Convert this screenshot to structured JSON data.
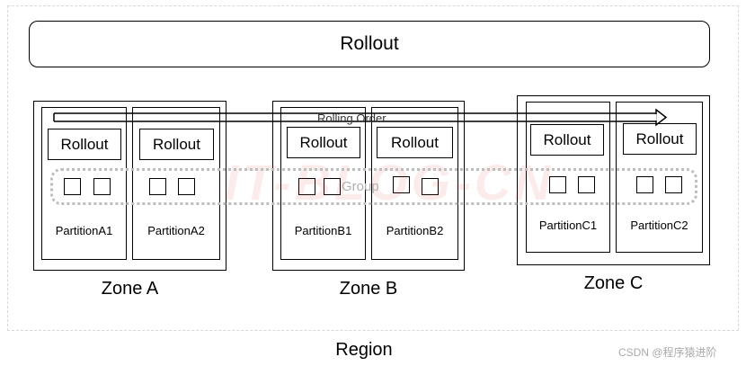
{
  "rollout_title": "Rollout",
  "rolling_order_label": "Rolling  Order",
  "group_label": "Group",
  "region_label": "Region",
  "watermark_text": "IT-BLOG-CN",
  "credit_text": "CSDN @程序猿进阶",
  "zones": [
    {
      "label": "Zone A",
      "partitions": [
        {
          "label": "PartitionA1",
          "rollout": "Rollout"
        },
        {
          "label": "PartitionA2",
          "rollout": "Rollout"
        }
      ]
    },
    {
      "label": "Zone B",
      "partitions": [
        {
          "label": "PartitionB1",
          "rollout": "Rollout"
        },
        {
          "label": "PartitionB2",
          "rollout": "Rollout"
        }
      ]
    },
    {
      "label": "Zone C",
      "partitions": [
        {
          "label": "PartitionC1",
          "rollout": "Rollout"
        },
        {
          "label": "PartitionC2",
          "rollout": "Rollout"
        }
      ]
    }
  ]
}
